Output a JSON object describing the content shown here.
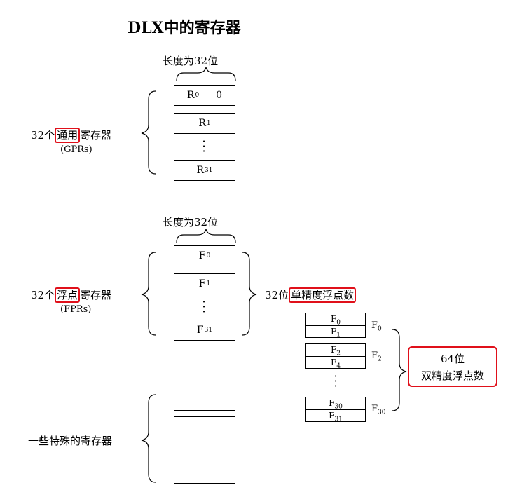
{
  "title": "DLX中的寄存器",
  "gpr": {
    "width_label": "长度为32位",
    "label_prefix": "32个",
    "label_highlight": "通用",
    "label_suffix": "寄存器",
    "label_abbr": "(GPRs)",
    "registers": [
      {
        "name": "R",
        "sub": "0",
        "value": "0"
      },
      {
        "name": "R",
        "sub": "1",
        "value": ""
      },
      {
        "name": "R",
        "sub": "31",
        "value": ""
      }
    ]
  },
  "fpr": {
    "width_label": "长度为32位",
    "label_prefix": "32个",
    "label_highlight": "浮点",
    "label_suffix": "寄存器",
    "label_abbr": "(FPRs)",
    "registers": [
      {
        "name": "F",
        "sub": "0"
      },
      {
        "name": "F",
        "sub": "1"
      },
      {
        "name": "F",
        "sub": "31"
      }
    ],
    "single_prefix": "32位",
    "single_highlight": "单精度浮点数"
  },
  "double": {
    "pairs": [
      {
        "top": "F",
        "top_sub": "0",
        "bottom": "F",
        "bottom_sub": "1",
        "label": "F",
        "label_sub": "0"
      },
      {
        "top": "F",
        "top_sub": "2",
        "bottom": "F",
        "bottom_sub": "4",
        "label": "F",
        "label_sub": "2"
      },
      {
        "top": "F",
        "top_sub": "30",
        "bottom": "F",
        "bottom_sub": "31",
        "label": "F",
        "label_sub": "30"
      }
    ],
    "box_line1": "64位",
    "box_line2": "双精度浮点数"
  },
  "special": {
    "label": "一些特殊的寄存器"
  },
  "colors": {
    "highlight": "#e0101a"
  }
}
